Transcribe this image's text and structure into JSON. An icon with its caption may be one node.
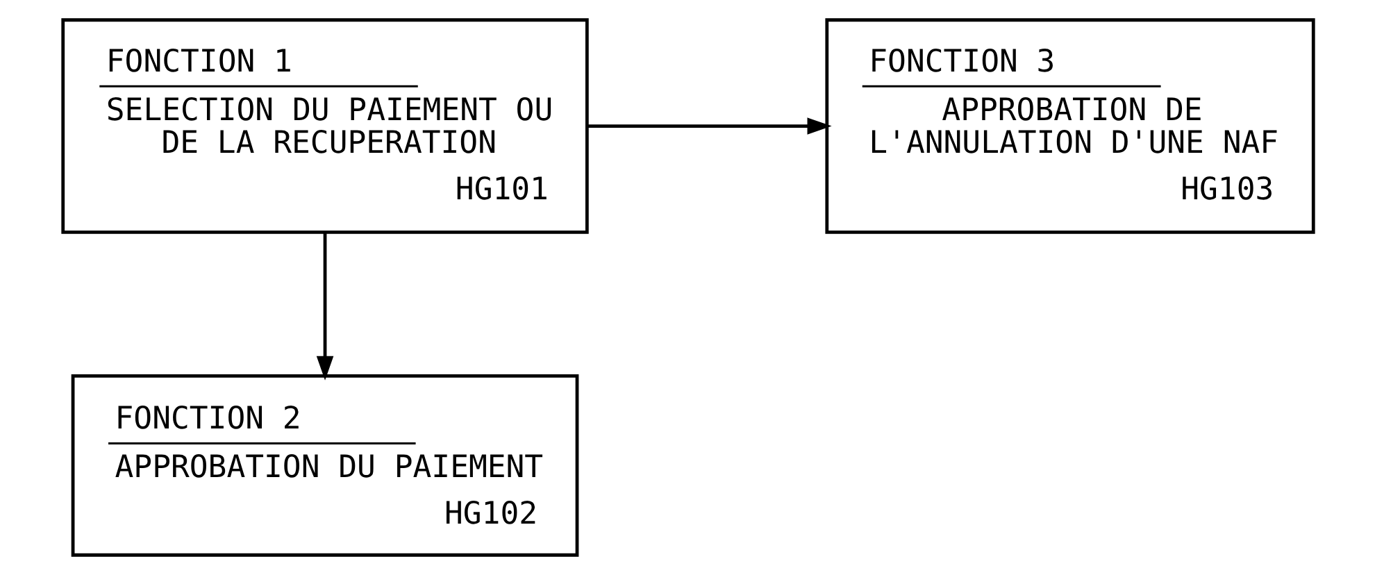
{
  "diagram": {
    "nodes": [
      {
        "text": [
          "FONCTION 1",
          "SELECTION DU PAIEMENT OU DE LA RECUPERATION",
          "HG101"
        ]
      },
      {
        "text": [
          "FONCTION 2",
          "APPROBATION DU PAIEMENT",
          "HG102"
        ]
      },
      {
        "text": [
          "FONCTION 3",
          "APPROBATION DE L'ANNULATION D'UNE NAF",
          "HG103"
        ]
      }
    ],
    "edges": [
      {
        "from": 0,
        "to": 1,
        "arrow": "to"
      },
      {
        "from": 0,
        "to": 2,
        "arrow": "to"
      }
    ]
  }
}
